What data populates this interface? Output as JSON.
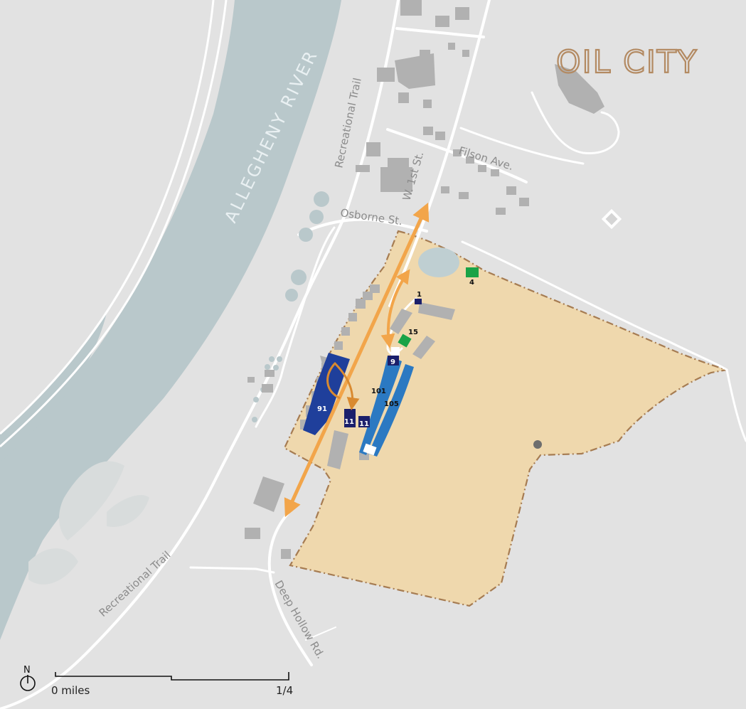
{
  "title": "OIL CITY",
  "water": {
    "river_label": "ALLEGHENY RIVER"
  },
  "road_labels": {
    "recreational_trail_north": "Recreational Trail",
    "recreational_trail_south": "Recreational Trail",
    "osborne_st": "Osborne St.",
    "w_1st_st": "W. 1st St.",
    "filson_ave": "Filson Ave.",
    "deep_hollow_rd": "Deep Hollow Rd."
  },
  "site_numbers": [
    "1",
    "4",
    "15",
    "9",
    "101",
    "105",
    "91",
    "11",
    "11"
  ],
  "scale_bar": {
    "start_label": "0 miles",
    "end_label": "1/4"
  },
  "north_arrow": {
    "label": "N"
  },
  "colors": {
    "background": "#e2e2e2",
    "water": "#b9c8cb",
    "road": "#ffffff",
    "building": "#b1b1b1",
    "property_fill": "#efd8ad",
    "property_border": "#a67c52",
    "route_arrow": "#f2a54a",
    "dark_navy_marker": "#1b1f6b",
    "royal_blue_area": "#1f3f9b",
    "sky_blue_area": "#2b79c2",
    "green_marker": "#19a347",
    "pond": "#bfcfd2",
    "title": "#b38a62"
  }
}
